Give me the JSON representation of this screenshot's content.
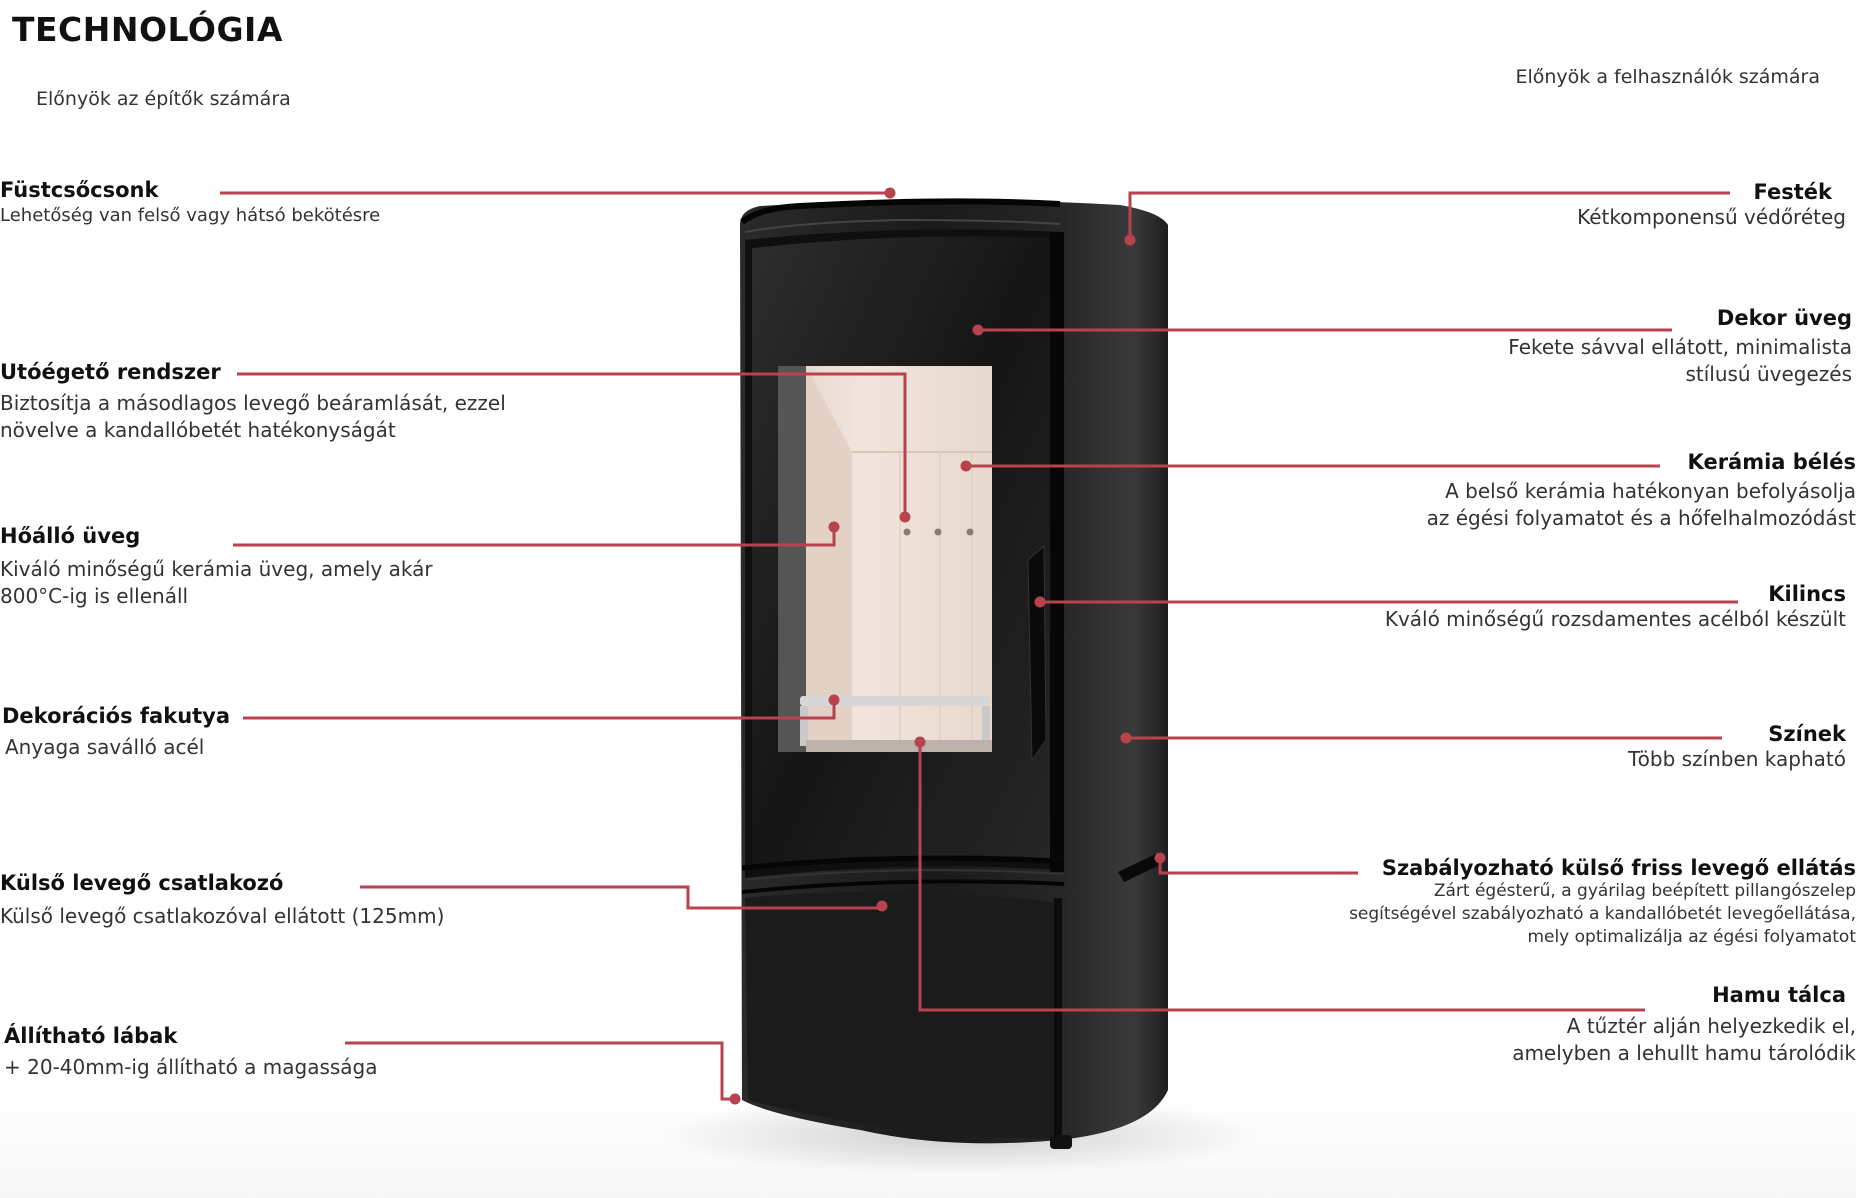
{
  "page": {
    "title": "TECHNOLÓGIA",
    "subtitle_left": "Előnyök az építők számára",
    "subtitle_right": "Előnyök a felhasználók számára"
  },
  "colors": {
    "callout_line": "#b8434f",
    "stove_body": "#1c1c1c",
    "firebox_lining": "#ead9cf",
    "background": "#ffffff"
  },
  "features_left": [
    {
      "title": "Füstcsőcsonk",
      "desc": "Lehetőség van felső vagy hátsó bekötésre"
    },
    {
      "title": "Utóégető rendszer",
      "desc": "Biztosítja a másodlagos levegő beáramlását, ezzel\nnövelve a kandallóbetét hatékonyságát"
    },
    {
      "title": "Hőálló üveg",
      "desc": "Kiváló minőségű kerámia üveg, amely akár\n800°C-ig is ellenáll"
    },
    {
      "title": "Dekorációs fakutya",
      "desc": "Anyaga saválló acél"
    },
    {
      "title": "Külső levegő csatlakozó",
      "desc": "Külső levegő csatlakozóval ellátott (125mm)"
    },
    {
      "title": "Állítható lábak",
      "desc": "+ 20-40mm-ig állítható a magassága"
    }
  ],
  "features_right": [
    {
      "title": "Festék",
      "desc": "Kétkomponensű védőréteg"
    },
    {
      "title": "Dekor üveg",
      "desc": "Fekete sávval ellátott, minimalista\nstílusú üvegezés"
    },
    {
      "title": "Kerámia bélés",
      "desc": "A belső kerámia hatékonyan befolyásolja\naz égési folyamatot és a hőfelhalmozódást"
    },
    {
      "title": "Kilincs",
      "desc": "Kváló minőségű rozsdamentes acélból készült"
    },
    {
      "title": "Színek",
      "desc": "Több színben kapható"
    },
    {
      "title": "Szabályozható külső friss levegő ellátás",
      "desc": "Zárt égésterű, a gyárilag beépített pillangószelep\nsegítségével szabályozható a kandallóbetét levegőellátása,\nmely optimalizálja az égési folyamatot"
    },
    {
      "title": "Hamu tálca",
      "desc": "A tűztér alján helyezkedik el,\namelyben a lehullt hamu tárolódik"
    }
  ]
}
